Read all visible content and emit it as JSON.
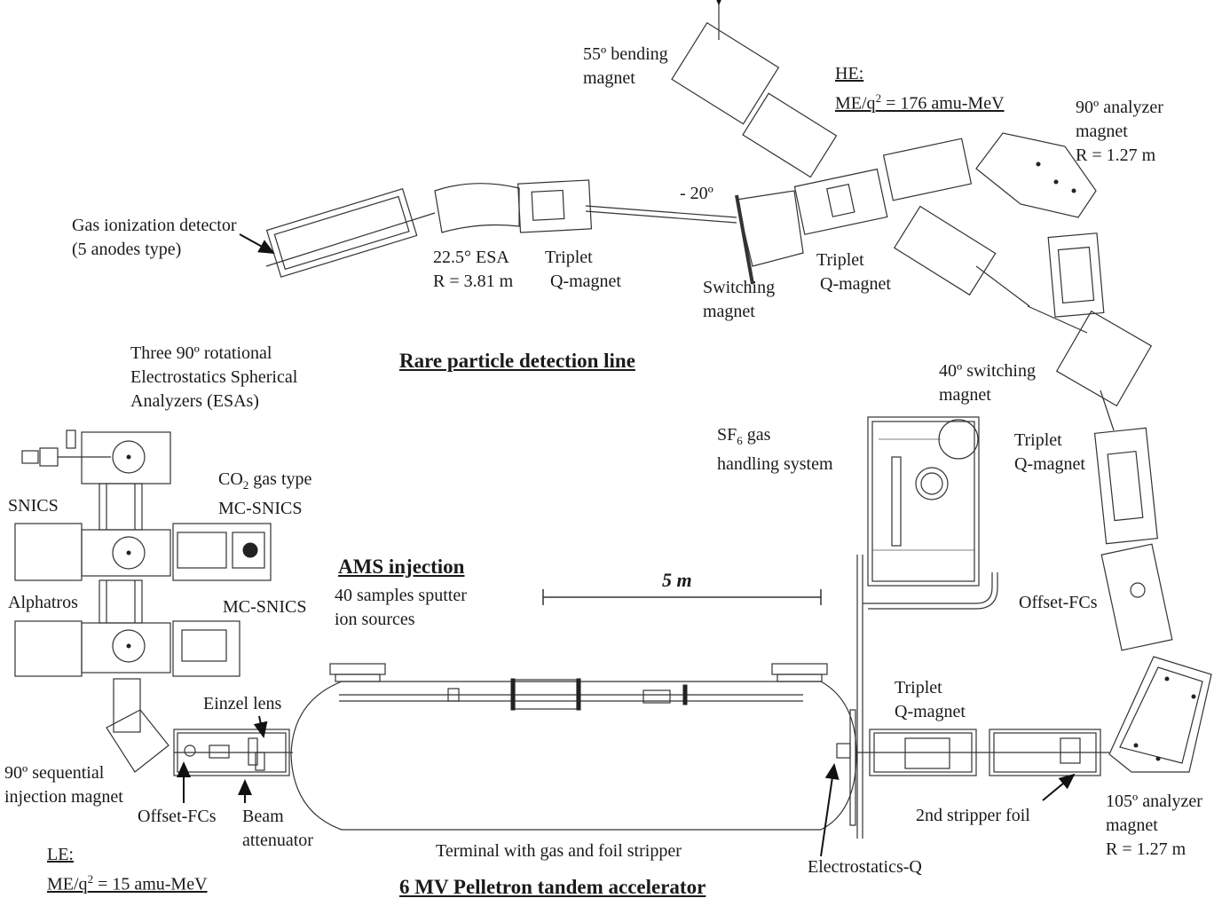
{
  "figure": {
    "type": "facility-layout-diagram",
    "title_sections": {
      "rare_line": "Rare particle detection line",
      "ams_injection": "AMS injection",
      "accelerator": "6 MV Pelletron tandem accelerator"
    },
    "scale_bar": {
      "label": "5 m",
      "length_m": 5
    },
    "energy_notes": {
      "he": {
        "head": "HE:",
        "prefix": "ME/q",
        "sup": "2",
        "value": " = 176 amu-MeV"
      },
      "le": {
        "head": "LE:",
        "prefix": "ME/q",
        "sup": "2",
        "value": " = 15 amu-MeV"
      }
    },
    "labels": {
      "bending_55": [
        "55º bending",
        "magnet"
      ],
      "analyzer_90": [
        "90º analyzer",
        "magnet",
        "R = 1.27 m"
      ],
      "gas_detector": [
        "Gas ionization detector",
        "(5 anodes type)"
      ],
      "esa_22": [
        "22.5° ESA",
        "R = 3.81 m"
      ],
      "triplet_top_left": [
        "Triplet",
        "Q-magnet"
      ],
      "minus20": "- 20º",
      "switching": [
        "Switching",
        "magnet"
      ],
      "triplet_top_mid": [
        "Triplet",
        "Q-magnet"
      ],
      "switching_40": [
        "40º switching",
        "magnet"
      ],
      "three_esa": [
        "Three 90º rotational",
        "Electrostatics Spherical",
        "Analyzers  (ESAs)"
      ],
      "sf6": {
        "pre": "SF",
        "sub": "6",
        "post": " gas",
        "line2": "handling system"
      },
      "triplet_right": [
        "Triplet",
        "Q-magnet"
      ],
      "co2": {
        "pre": "CO",
        "sub": "2",
        "post": " gas type",
        "line2": "MC-SNICS"
      },
      "snics": "SNICS",
      "alphatros": "Alphatros",
      "mc_snics": "MC-SNICS",
      "ams_sources": [
        "40 samples sputter",
        "ion sources"
      ],
      "offset_fcs_right": "Offset-FCs",
      "einzel": "Einzel lens",
      "injection_magnet": [
        "90º sequential",
        "injection magnet"
      ],
      "offset_fcs_left": "Offset-FCs",
      "beam_att": [
        "Beam",
        "attenuator"
      ],
      "triplet_bottom": [
        "Triplet",
        "Q-magnet"
      ],
      "stripper2": "2nd stripper foil",
      "analyzer_105": [
        "105º analyzer",
        "magnet",
        "R = 1.27 m"
      ],
      "terminal": "Terminal with gas and foil stripper",
      "esq": "Electrostatics-Q"
    },
    "colors": {
      "line": "#333333",
      "text": "#1a1a1a",
      "background": "#ffffff"
    }
  }
}
